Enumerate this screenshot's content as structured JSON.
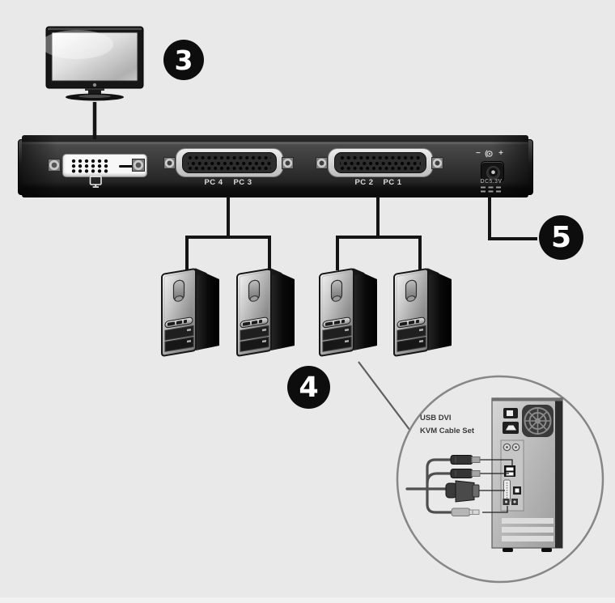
{
  "colors": {
    "background": "#e9e9e9",
    "badge_fill": "#0d0d0d",
    "badge_text": "#ffffff",
    "device_body_dark": "#2e2e2e",
    "callout_circle_stroke": "#878787"
  },
  "badges": {
    "monitor_step": "3",
    "computers_step": "4",
    "power_step": "5"
  },
  "kvm": {
    "pc_port_labels": [
      "PC 4",
      "PC 3",
      "PC 2",
      "PC 1"
    ],
    "power": {
      "label": "DC5.3V",
      "polarity_minus": "−",
      "polarity_plus": "+"
    }
  },
  "callout": {
    "caption_line1": "USB DVI",
    "caption_line2": "KVM Cable Set"
  },
  "icons": {
    "console_monitor_icon": "monitor-outline-glyph",
    "dc_polarity_icon": "center-positive-polarity-glyph",
    "dc_symbol_icon": "dashed-dc-lines",
    "fan_icon": "circular-fan-grille"
  }
}
